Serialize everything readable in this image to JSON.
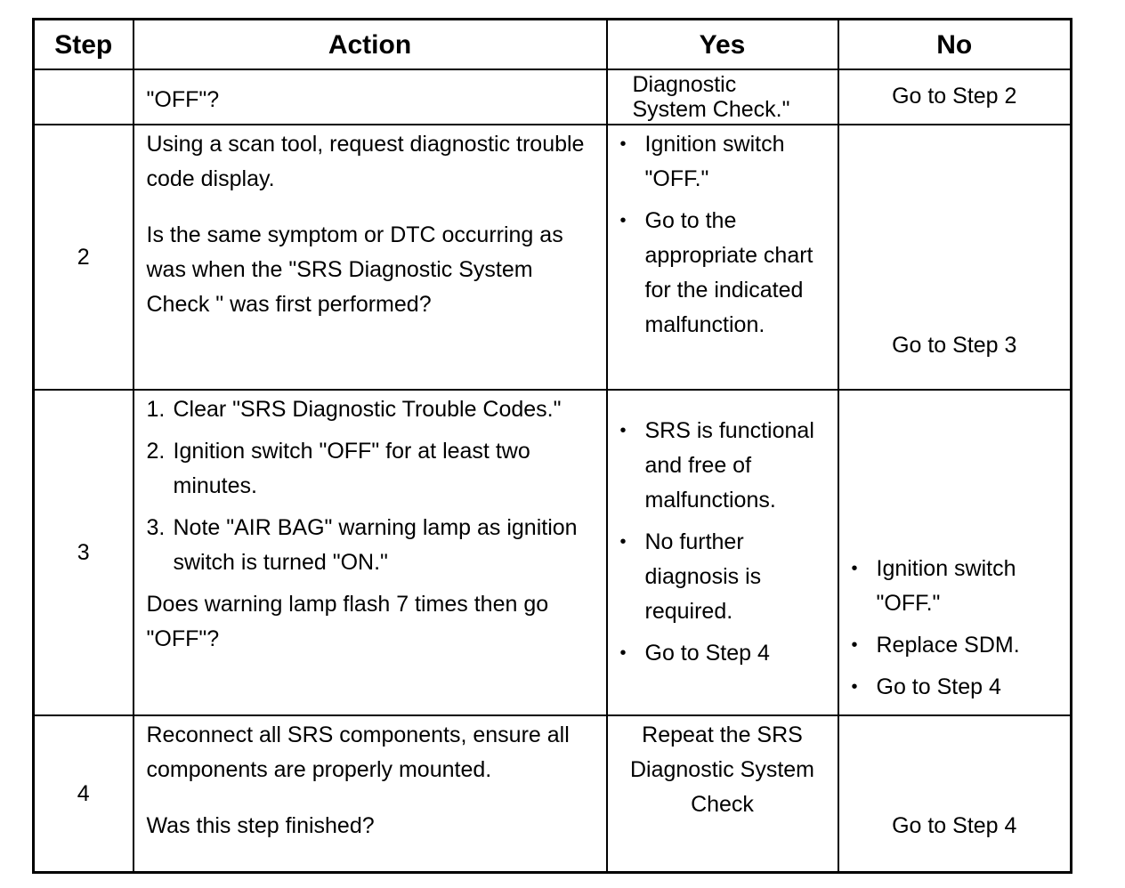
{
  "headers": {
    "step": "Step",
    "action": "Action",
    "yes": "Yes",
    "no": "No"
  },
  "row1": {
    "step": "",
    "action": "\"OFF\"?",
    "yes_line1": "Diagnostic",
    "yes_line2": "System Check.\"",
    "no": "Go to Step 2"
  },
  "row2": {
    "step": "2",
    "action_p1": "Using a scan tool, request diagnostic trouble code display.",
    "action_p2": "Is the same symptom or DTC occurring as was when the \"SRS Diagnostic System Check \" was first performed?",
    "yes_items": [
      "Ignition switch \"OFF.\"",
      "Go to the appropriate chart for the indicated malfunction."
    ],
    "no": "Go to Step 3"
  },
  "row3": {
    "step": "3",
    "action_items": [
      {
        "num": "1.",
        "text": "Clear \"SRS Diagnostic Trouble Codes.\""
      },
      {
        "num": "2.",
        "text": "Ignition switch \"OFF\" for at least two minutes."
      },
      {
        "num": "3.",
        "text": "Note \"AIR BAG\" warning lamp as ignition switch is turned \"ON.\""
      }
    ],
    "action_question": "Does warning lamp flash 7 times then go \"OFF\"?",
    "yes_items": [
      "SRS is functional and free of malfunctions.",
      "No further diagnosis is required.",
      "Go to Step 4"
    ],
    "no_items": [
      "Ignition switch \"OFF.\"",
      "Replace SDM.",
      "Go to Step 4"
    ]
  },
  "row4": {
    "step": "4",
    "action_p1": "Reconnect all SRS components, ensure all components are properly mounted.",
    "action_p2": "Was this step finished?",
    "yes": "Repeat the SRS Diagnostic System Check",
    "no": "Go to Step 4"
  },
  "bullet_glyph": "•"
}
